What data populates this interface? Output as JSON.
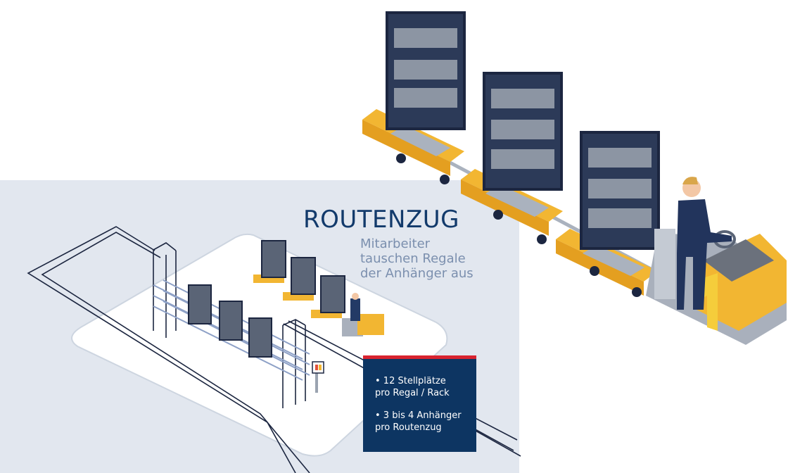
{
  "title": "ROUTENZUG",
  "subtitle_lines": [
    "Mitarbeiter",
    "tauschen Regale",
    "der Anhänger aus"
  ],
  "info_box": {
    "items": [
      {
        "line1": "• 12 Stellplätze",
        "line2": "pro Regal / Rack"
      },
      {
        "line1": "• 3 bis 4 Anhänger",
        "line2": "pro Routenzug"
      }
    ]
  },
  "colors": {
    "navy": "#123a6b",
    "infobox_bg": "#0d3562",
    "accent_red": "#d8232f",
    "trailer_yellow": "#f2b632",
    "rack_dark": "#1f2e4d",
    "panel_bg": "#e2e7ef",
    "subtitle_gray": "#7b8fae"
  },
  "illustration": {
    "large_train": {
      "trailers": 3,
      "tugger_with_driver": true
    },
    "small_scene": {
      "trailers": 3,
      "station_racks": 3,
      "tugger_with_driver": true,
      "terminal_display": true
    }
  }
}
